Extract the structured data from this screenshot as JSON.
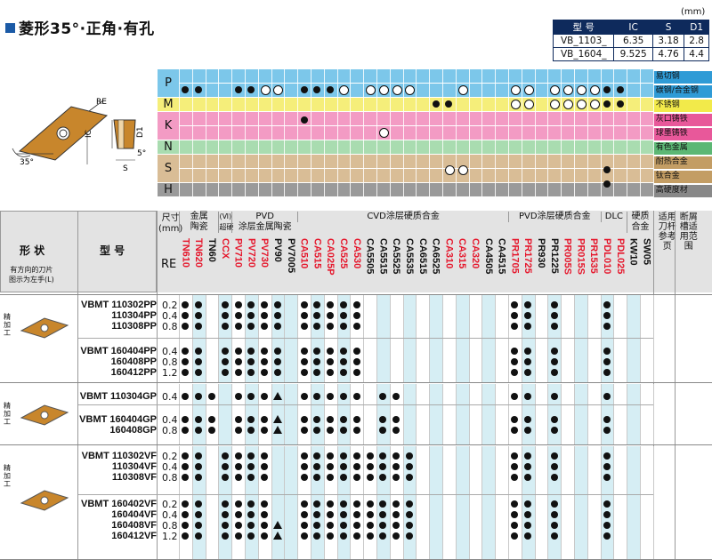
{
  "title": "菱形35°·正角·有孔",
  "unit": "(mm)",
  "spec": {
    "headers": [
      "型 号",
      "IC",
      "S",
      "D1"
    ],
    "rows": [
      [
        "VB_1103_",
        "6.35",
        "3.18",
        "2.8"
      ],
      [
        "VB_1604_",
        "9.525",
        "4.76",
        "4.4"
      ]
    ]
  },
  "diagram": {
    "re": "RE",
    "ic": "IC",
    "d1": "D1",
    "s": "S",
    "a35": "35°",
    "a5": "5°"
  },
  "materials": [
    {
      "letter": "P",
      "color": "#7cc7ea",
      "subs": [
        {
          "label": "易切钢",
          "color": "#2f9bd6"
        },
        {
          "label": "碳钢/合金钢",
          "color": "#2f9bd6"
        }
      ]
    },
    {
      "letter": "M",
      "color": "#f5ee7a",
      "subs": [
        {
          "label": "不锈钢",
          "color": "#f2ea4a"
        }
      ]
    },
    {
      "letter": "K",
      "color": "#f39bc4",
      "subs": [
        {
          "label": "灰口铸铁",
          "color": "#e8589a"
        },
        {
          "label": "球墨铸铁",
          "color": "#e8589a"
        }
      ]
    },
    {
      "letter": "N",
      "color": "#a9dcb0",
      "subs": [
        {
          "label": "有色金属",
          "color": "#5cb774"
        }
      ]
    },
    {
      "letter": "S",
      "color": "#d9bd96",
      "subs": [
        {
          "label": "耐热合金",
          "color": "#c39d64"
        },
        {
          "label": "钛合金",
          "color": "#c39d64"
        }
      ]
    },
    {
      "letter": "H",
      "color": "#9a9a9a",
      "subs": [
        {
          "label": "高硬度材",
          "color": "#888888"
        }
      ]
    }
  ],
  "headers": {
    "shape": "形 状",
    "shape_note": "有方向的刀片\n图示为左手(L)",
    "model": "型 号",
    "size": "尺寸\n(mm)",
    "re": "RE",
    "groups": [
      "金属\n陶瓷",
      "(Ⅵ)\n超硬",
      "PVD\n涂层金属陶瓷",
      "CVD涂层硬质合金",
      "PVD涂层硬质合金",
      "DLC",
      "硬质\n合金",
      "适用\n刀杆\n参考\n页",
      "断屑\n槽适\n用范\n围"
    ]
  },
  "grades": [
    {
      "name": "TN610",
      "red": true
    },
    {
      "name": "TN620",
      "red": true
    },
    {
      "name": "TN60",
      "red": false
    },
    {
      "name": "CCX",
      "red": true
    },
    {
      "name": "PV710",
      "red": true
    },
    {
      "name": "PV720",
      "red": true
    },
    {
      "name": "PV730",
      "red": true
    },
    {
      "name": "PV90",
      "red": false
    },
    {
      "name": "PV7005",
      "red": false
    },
    {
      "name": "CA510",
      "red": true
    },
    {
      "name": "CA515",
      "red": true
    },
    {
      "name": "CA025P",
      "red": true
    },
    {
      "name": "CA525",
      "red": true
    },
    {
      "name": "CA530",
      "red": true
    },
    {
      "name": "CA5505",
      "red": false
    },
    {
      "name": "CA5515",
      "red": false
    },
    {
      "name": "CA5525",
      "red": false
    },
    {
      "name": "CA5535",
      "red": false
    },
    {
      "name": "CA6515",
      "red": false
    },
    {
      "name": "CA6525",
      "red": false
    },
    {
      "name": "CA310",
      "red": true
    },
    {
      "name": "CA315",
      "red": true
    },
    {
      "name": "CA320",
      "red": true
    },
    {
      "name": "CA4505",
      "red": false
    },
    {
      "name": "CA4515",
      "red": false
    },
    {
      "name": "PR1705",
      "red": true
    },
    {
      "name": "PR1725",
      "red": true
    },
    {
      "name": "PR930",
      "red": false
    },
    {
      "name": "PR1225",
      "red": false
    },
    {
      "name": "PR005S",
      "red": true
    },
    {
      "name": "PR015S",
      "red": true
    },
    {
      "name": "PR1535",
      "red": true
    },
    {
      "name": "PDL010",
      "red": true
    },
    {
      "name": "PDL025",
      "red": true
    },
    {
      "name": "KW10",
      "red": false
    },
    {
      "name": "SW05",
      "red": false
    }
  ],
  "groups": [
    {
      "label": "精加工",
      "models": [
        [
          "VBMT 110302PP",
          "110304PP",
          "110308PP"
        ],
        [
          "VBMT 160404PP",
          "160408PP",
          "160412PP"
        ]
      ],
      "re": [
        [
          "0.2",
          "0.4",
          "0.8"
        ],
        [
          "0.4",
          "0.8",
          "1.2"
        ]
      ]
    },
    {
      "label": "精加工",
      "models": [
        [
          "VBMT 110304GP"
        ],
        [
          "VBMT 160404GP",
          "160408GP"
        ]
      ],
      "re": [
        [
          "0.4"
        ],
        [
          "0.4",
          "0.8"
        ]
      ]
    },
    {
      "label": "精加工",
      "models": [
        [
          "VBMT 110302VF",
          "110304VF",
          "110308VF"
        ],
        [
          "VBMT 160402VF",
          "160404VF",
          "160408VF",
          "160412VF"
        ]
      ],
      "re": [
        [
          "0.2",
          "0.4",
          "0.8"
        ],
        [
          "0.2",
          "0.4",
          "0.8",
          "1.2"
        ]
      ]
    }
  ]
}
